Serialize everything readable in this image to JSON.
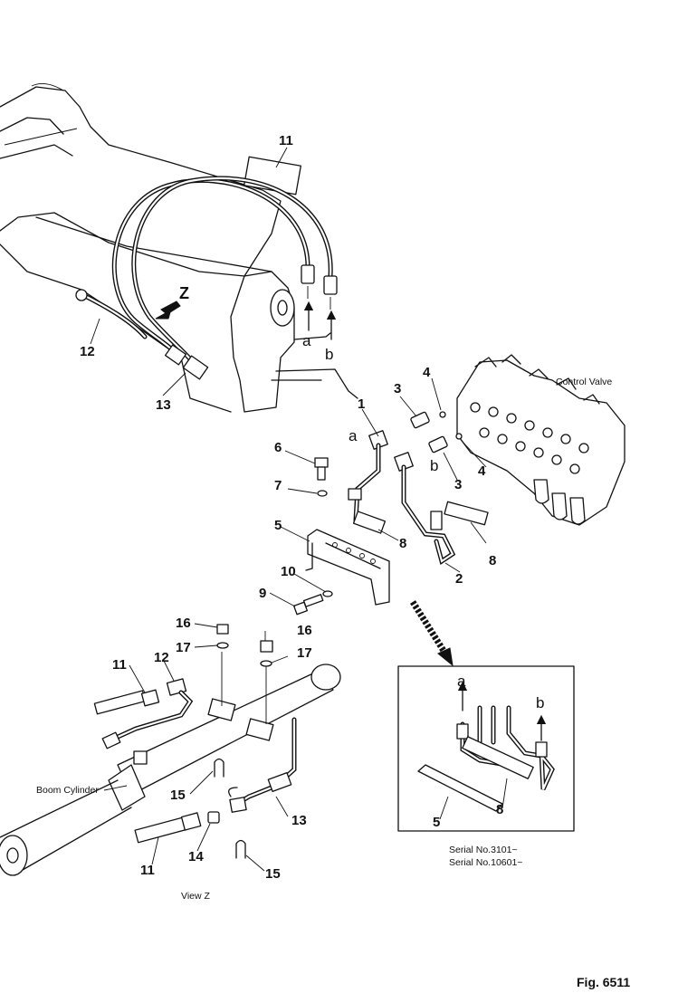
{
  "labels": {
    "hose_top_11": "11",
    "z_marker": "Z",
    "port_a_top": "a",
    "port_b_top": "b",
    "hose_12": "12",
    "hose_13": "13",
    "tube_1": "1",
    "tube_2": "2",
    "elbow_3_upper": "3",
    "elbow_3_lower": "3",
    "oring_4_upper": "4",
    "oring_4_lower": "4",
    "control_valve": "Control Valve",
    "port_a_mid": "a",
    "port_b_mid": "b",
    "bolt_6": "6",
    "washer_7": "7",
    "bracket_5": "5",
    "clamp_8_left": "8",
    "clamp_8_right": "8",
    "bolt_9": "9",
    "washer_10": "10",
    "nut_16_left": "16",
    "washer_17_left": "17",
    "nut_16_right": "16",
    "washer_17_right": "17",
    "hose_11_left": "11",
    "hose_12_left": "12",
    "boom_cylinder": "Boom Cylinder",
    "ubolt_15_upper": "15",
    "hose_13_lower": "13",
    "hose_11_bottom": "11",
    "fitting_14": "14",
    "ubolt_15_lower": "15",
    "view_z": "View Z",
    "inset_a": "a",
    "inset_b": "b",
    "inset_5": "5",
    "inset_8": "8",
    "serial_1": "Serial No.3101~",
    "serial_2": "Serial No.10601~",
    "figure_number": "Fig. 6511"
  }
}
